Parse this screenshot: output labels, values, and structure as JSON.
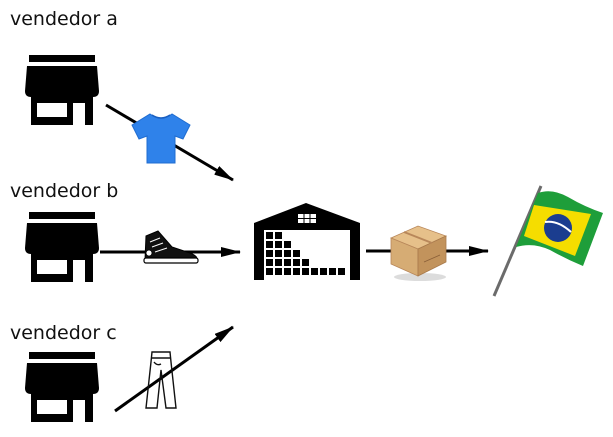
{
  "vendors": [
    {
      "label": "vendedor a",
      "product_icon": "t-shirt-icon"
    },
    {
      "label": "vendedor b",
      "product_icon": "sneaker-icon"
    },
    {
      "label": "vendedor c",
      "product_icon": "jeans-icon"
    }
  ],
  "hub": {
    "icon": "warehouse-icon"
  },
  "package": {
    "icon": "cardboard-box-icon"
  },
  "destination": {
    "icon": "brazil-flag-icon"
  },
  "colors": {
    "ink": "#000000",
    "shirt": "#2f82ea",
    "box": "#d6ac74",
    "flag_green": "#1e9e3a",
    "flag_yellow": "#f5dd00",
    "flag_blue": "#1b3d8f",
    "pole": "#6b6b6b"
  }
}
